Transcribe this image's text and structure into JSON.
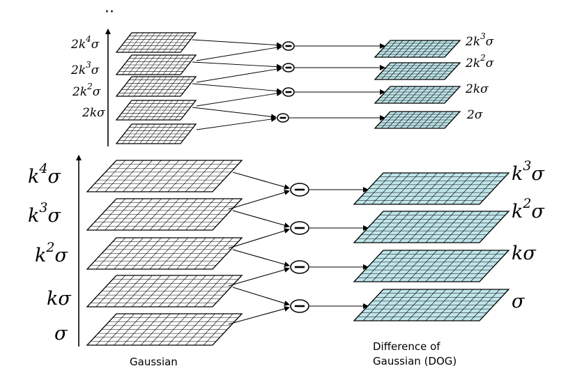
{
  "top_dots": "··",
  "lower": {
    "gaussian_labels": [
      {
        "base": "k",
        "sup": "4",
        "tail": "σ"
      },
      {
        "base": "k",
        "sup": "3",
        "tail": "σ"
      },
      {
        "base": "k",
        "sup": "2",
        "tail": "σ"
      },
      {
        "base": "k",
        "sup": "",
        "tail": "σ"
      },
      {
        "base": "",
        "sup": "",
        "tail": "σ"
      }
    ],
    "dog_labels": [
      {
        "base": "k",
        "sup": "3",
        "tail": "σ"
      },
      {
        "base": "k",
        "sup": "2",
        "tail": "σ"
      },
      {
        "base": "k",
        "sup": "",
        "tail": "σ"
      },
      {
        "base": "",
        "sup": "",
        "tail": "σ"
      }
    ],
    "gaussian_caption": "Gaussian",
    "dog_caption_line1": "Difference of",
    "dog_caption_line2": "Gaussian (DOG)"
  },
  "upper": {
    "gaussian_labels": [
      {
        "base": "2k",
        "sup": "4",
        "tail": "σ"
      },
      {
        "base": "2k",
        "sup": "3",
        "tail": "σ"
      },
      {
        "base": "2k",
        "sup": "2",
        "tail": "σ"
      },
      {
        "base": "2k",
        "sup": "",
        "tail": "σ"
      }
    ],
    "dog_labels": [
      {
        "base": "2k",
        "sup": "3",
        "tail": "σ"
      },
      {
        "base": "2k",
        "sup": "2",
        "tail": "σ"
      },
      {
        "base": "2k",
        "sup": "",
        "tail": "σ"
      },
      {
        "base": "2",
        "sup": "",
        "tail": "σ"
      }
    ]
  },
  "colors": {
    "gaussian_fill": "#ffffff",
    "dog_fill": "#bfe6ea",
    "grid_line": "#000000"
  }
}
